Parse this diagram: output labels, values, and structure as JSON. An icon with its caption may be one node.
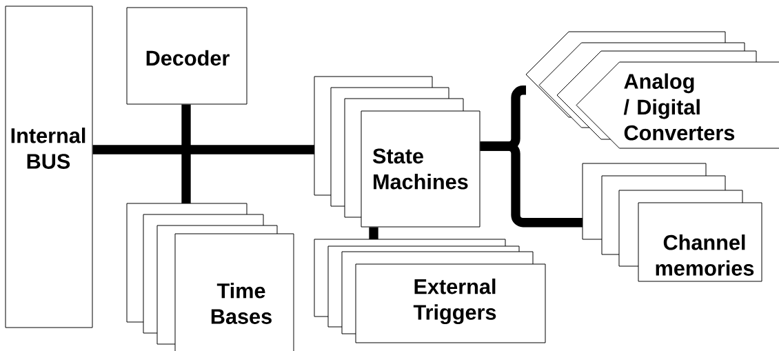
{
  "diagram": {
    "nodes": [
      {
        "text": [
          "Internal BUS"
        ]
      },
      {
        "text": [
          "Decoder"
        ]
      },
      {
        "text": [
          "Time Bases"
        ]
      },
      {
        "text": [
          "State Machines"
        ]
      },
      {
        "text": [
          "External Triggers"
        ]
      },
      {
        "text": [
          "Analog / Digital Converters"
        ]
      },
      {
        "text": [
          "Channel memories"
        ]
      }
    ],
    "edges": [
      {
        "from": 0,
        "to": 3,
        "arrow": "none"
      },
      {
        "from": 1,
        "to": 2,
        "arrow": "none"
      },
      {
        "from": 3,
        "to": 4,
        "arrow": "none"
      },
      {
        "from": 3,
        "to": 5,
        "arrow": "none"
      },
      {
        "from": 3,
        "to": 6,
        "arrow": "none"
      }
    ]
  }
}
